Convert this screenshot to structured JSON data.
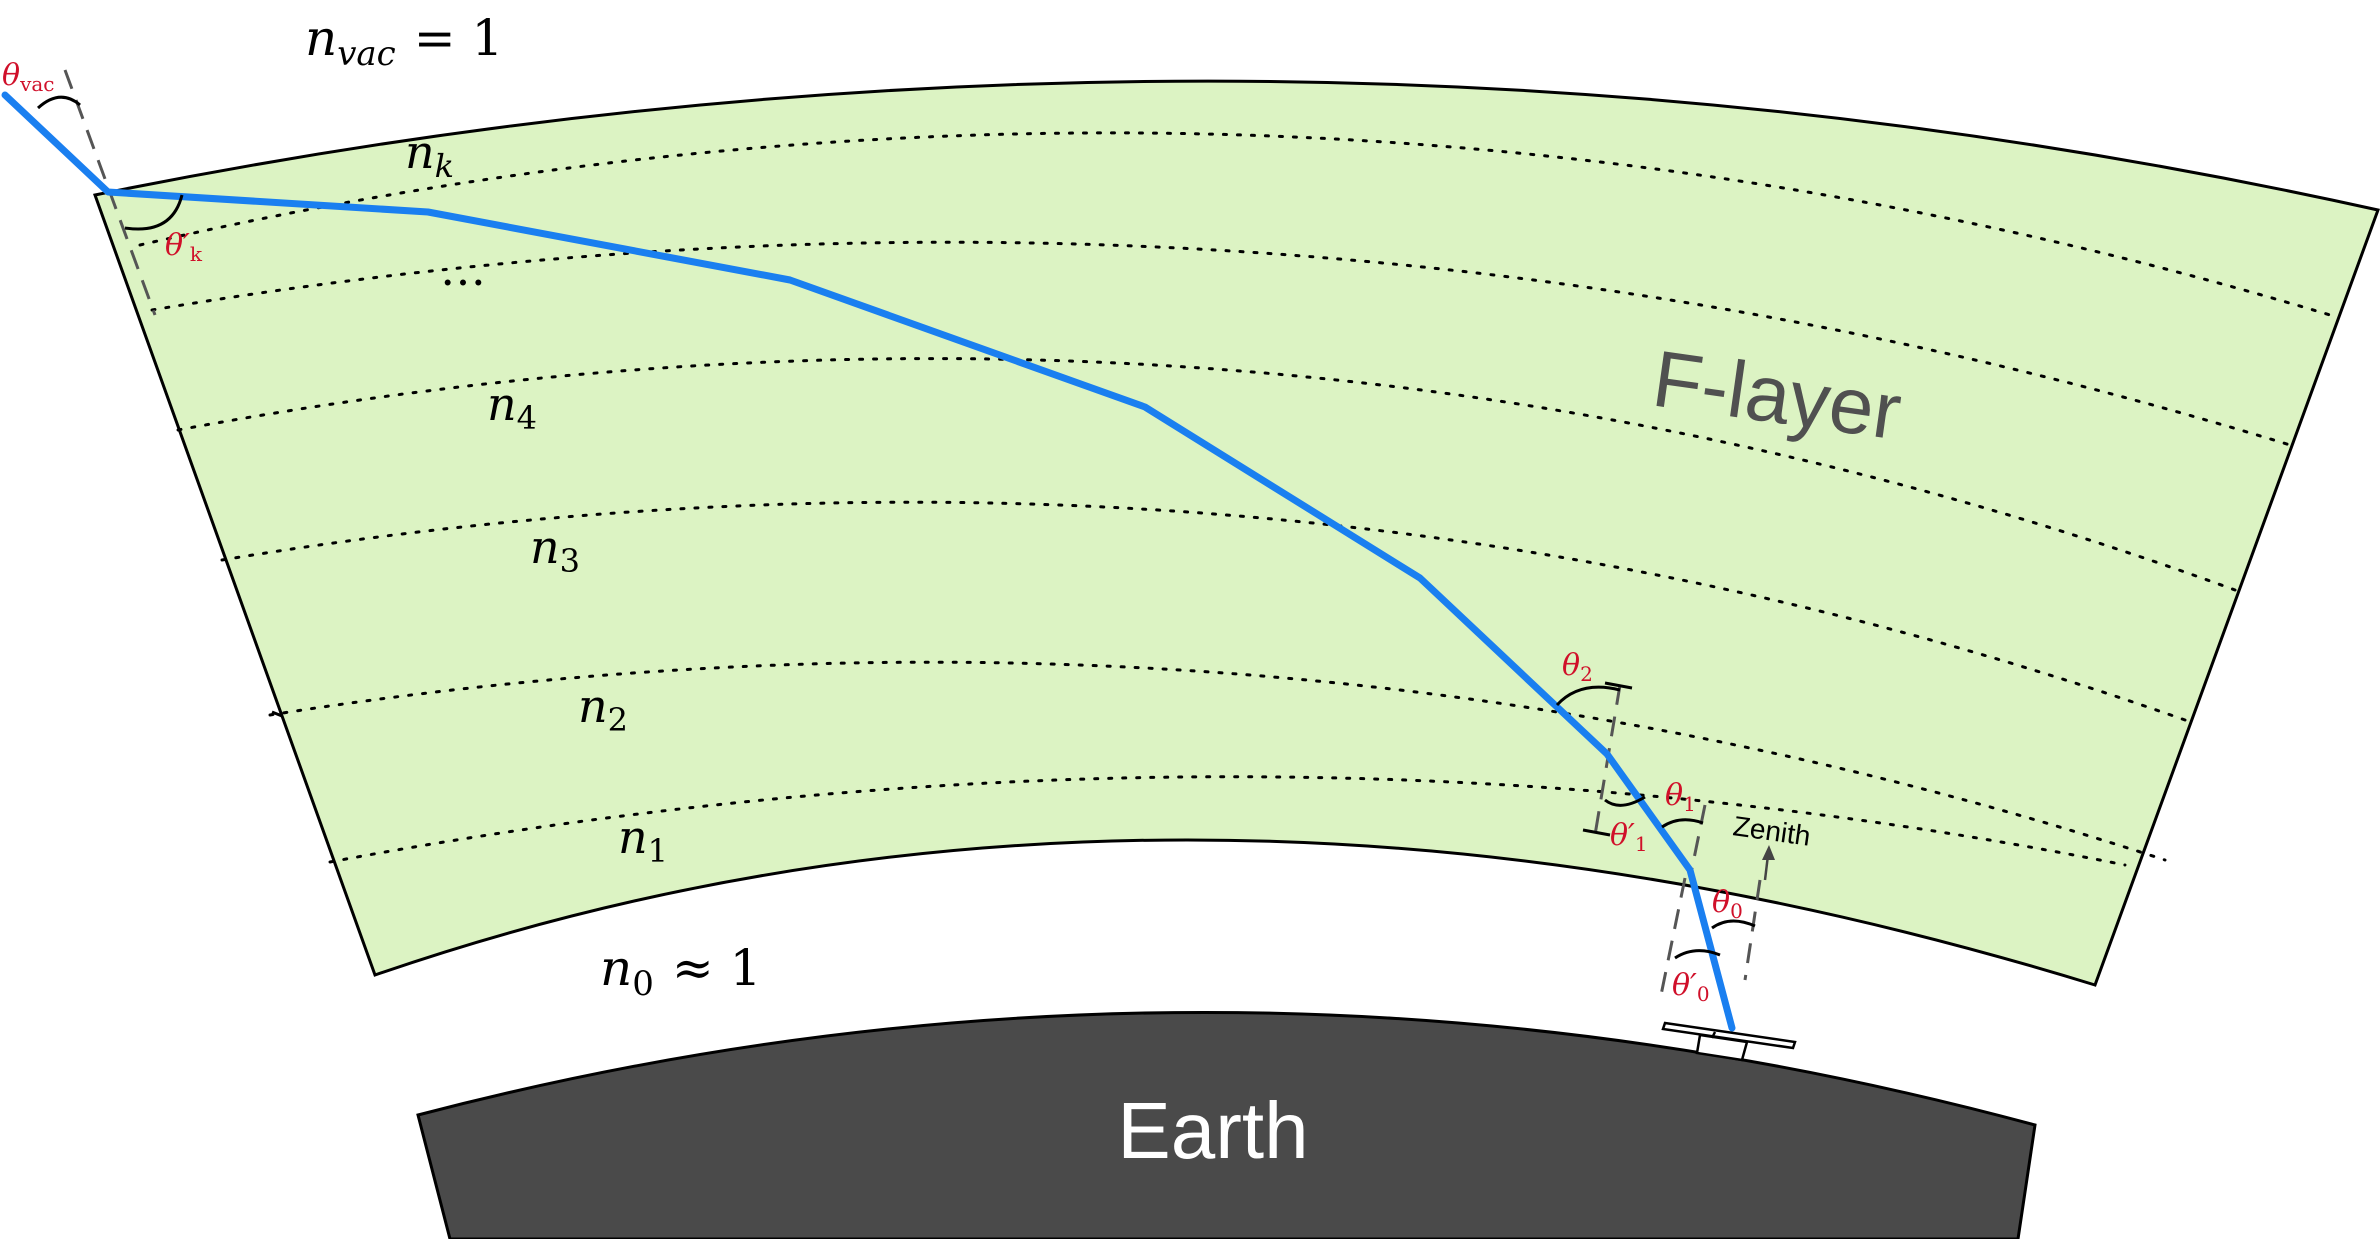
{
  "layers": {
    "vacuum": {
      "symbol": "n",
      "subscript": "vac",
      "relation": "= 1"
    },
    "ground": {
      "symbol": "n",
      "subscript": "0",
      "relation": "≈ 1"
    },
    "labels": [
      {
        "symbol": "n",
        "subscript": "k"
      },
      {
        "symbol": "n",
        "subscript": "4"
      },
      {
        "symbol": "n",
        "subscript": "3"
      },
      {
        "symbol": "n",
        "subscript": "2"
      },
      {
        "symbol": "n",
        "subscript": "1"
      }
    ],
    "ellipsis": "…"
  },
  "regions": {
    "f_layer": "F-layer",
    "earth": "Earth"
  },
  "angles": {
    "theta_vac": {
      "symbol": "θ",
      "subscript": "vac"
    },
    "theta_k_prime": {
      "symbol": "θ′",
      "subscript": "k"
    },
    "theta_2": {
      "symbol": "θ",
      "subscript": "2"
    },
    "theta_1": {
      "symbol": "θ",
      "subscript": "1"
    },
    "theta_1_prime": {
      "symbol": "θ′",
      "subscript": "1"
    },
    "theta_0": {
      "symbol": "θ",
      "subscript": "0"
    },
    "theta_0_prime": {
      "symbol": "θ′",
      "subscript": "0"
    }
  },
  "zenith_label": "Zenith",
  "colors": {
    "f_layer_fill": "#dcf3c3",
    "earth_fill": "#4a4a4a",
    "ray": "#1a7ff0",
    "angle_label": "#d0102a",
    "outline": "#000000",
    "dashed_normal": "#555555",
    "region_label_dark": "#505050",
    "region_label_light": "#ffffff"
  },
  "icons": {
    "satellite": "satellite-icon"
  }
}
